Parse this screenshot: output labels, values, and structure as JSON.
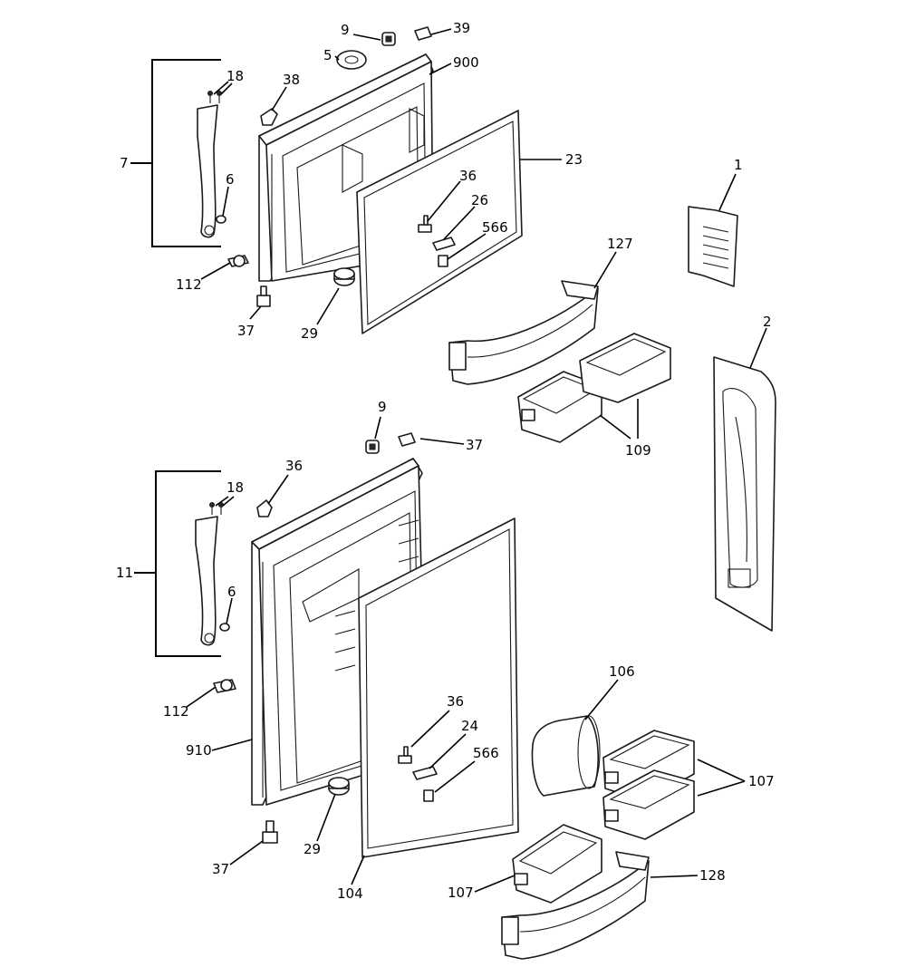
{
  "diagram": {
    "callouts": {
      "c9_top": "9",
      "c39": "39",
      "c5": "5",
      "c900": "900",
      "c18_top": "18",
      "c38": "38",
      "c7": "7",
      "c23": "23",
      "c6_top": "6",
      "c36_top": "36",
      "c26": "26",
      "c566_top": "566",
      "c1": "1",
      "c127": "127",
      "c112_top": "112",
      "c37_top": "37",
      "c29_top": "29",
      "c2": "2",
      "c109": "109",
      "c9_mid": "9",
      "c37_mid": "37",
      "c36_mid": "36",
      "c18_mid": "18",
      "c11": "11",
      "c6_mid": "6",
      "c106": "106",
      "c112_mid": "112",
      "c36_low": "36",
      "c24": "24",
      "c910": "910",
      "c566_low": "566",
      "c107_right": "107",
      "c29_low": "29",
      "c37_low": "37",
      "c128": "128",
      "c104": "104",
      "c107_left": "107"
    }
  }
}
